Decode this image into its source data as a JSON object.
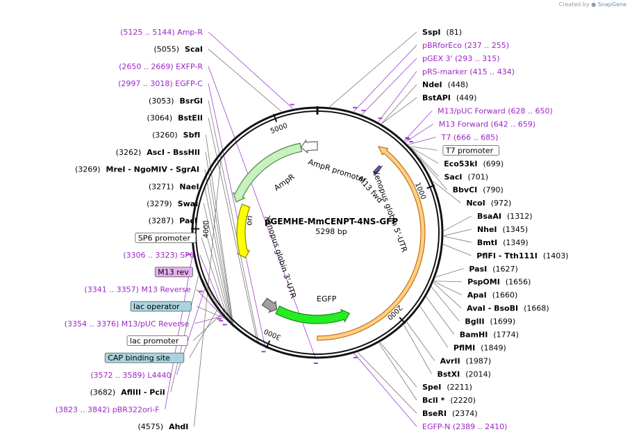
{
  "credit": {
    "prefix": "Created by",
    "brand": "SnapGene"
  },
  "plasmid": {
    "name": "pGEMHE-MmCENPT-4NS-GFP",
    "length_label": "5298 bp",
    "length": 5298
  },
  "ticks": [
    {
      "pos": 1000,
      "label": "1000"
    },
    {
      "pos": 2000,
      "label": "2000"
    },
    {
      "pos": 3000,
      "label": "3000"
    },
    {
      "pos": 4000,
      "label": "4000"
    },
    {
      "pos": 5000,
      "label": "5000"
    }
  ],
  "features": [
    {
      "name": "AmpR",
      "start": 4279,
      "end": 5137,
      "dir": -1,
      "color": "#c8f0c0",
      "border": "#4a8a3c",
      "ring": 2
    },
    {
      "name": "AmpR promoter",
      "start": 5138,
      "end": 5298,
      "dir": -1,
      "color": "#ffffff",
      "border": "#666666",
      "ring": 2
    },
    {
      "name": "ori",
      "start": 3690,
      "end": 4278,
      "dir": -1,
      "color": "#ffff00",
      "border": "#888800",
      "ring": 3
    },
    {
      "name": "EGFP",
      "start": 2330,
      "end": 3050,
      "dir": -1,
      "color": "#22ee22",
      "border": "#1a8a1a",
      "ring": 2
    },
    {
      "name": "Xenopus globin 5'-UTR",
      "start": 520,
      "end": 2650,
      "dir": -1,
      "color": "#ffd080",
      "border": "#c07020",
      "ring": 0
    },
    {
      "name": "Xenopus globin 3'-UTR",
      "start": 3060,
      "end": 3200,
      "dir": -1,
      "color": "#a0a0a0",
      "border": "#555555",
      "ring": 2
    },
    {
      "name": "M13 fwd",
      "start": 628,
      "end": 660,
      "dir": 1,
      "color": "#6060c0",
      "border": "#333366",
      "ring": 2
    }
  ],
  "feature_labels": {
    "ampr": "AmpR",
    "ampr_promoter": "AmpR promoter",
    "ori": "ori",
    "m13fwd": "M13 fwd",
    "xg5": "Xenopus globin 5'-UTR",
    "xg3": "Xenopus globin 3'-UTR",
    "egfp": "EGFP"
  },
  "labels": [
    {
      "text": "(5125 .. 5144)  Amp-R",
      "type": "primer",
      "pos": 5134,
      "side": "l"
    },
    {
      "text": "ScaI",
      "num": "(5055)",
      "type": "enzyme",
      "pos": 5055,
      "side": "l"
    },
    {
      "text": "SspI",
      "num": "(81)",
      "type": "enzyme",
      "pos": 81,
      "side": "r"
    },
    {
      "text": "pBRforEco   (237 .. 255)",
      "type": "primer",
      "pos": 246,
      "side": "r"
    },
    {
      "text": "pGEX 3'   (293 .. 315)",
      "type": "primer",
      "pos": 304,
      "side": "r"
    },
    {
      "text": "pRS-marker   (415 .. 434)",
      "type": "primer",
      "pos": 424,
      "side": "r"
    },
    {
      "text": "NdeI",
      "num": "(448)",
      "type": "enzyme",
      "pos": 448,
      "side": "r"
    },
    {
      "text": "BstAPI",
      "num": "(449)",
      "type": "enzyme",
      "pos": 449,
      "side": "r"
    },
    {
      "text": "M13/pUC Forward   (628 .. 650)",
      "type": "primer",
      "pos": 639,
      "side": "r"
    },
    {
      "text": "M13 Forward   (642 .. 659)",
      "type": "primer",
      "pos": 650,
      "side": "r"
    },
    {
      "text": "T7   (666 .. 685)",
      "type": "primer",
      "pos": 675,
      "side": "r"
    },
    {
      "text": "T7 promoter",
      "type": "feature-box",
      "pos": 690,
      "side": "r"
    },
    {
      "text": "Eco53kI",
      "num": "(699)",
      "type": "enzyme",
      "pos": 699,
      "side": "r"
    },
    {
      "text": "SacI",
      "num": "(701)",
      "type": "enzyme",
      "pos": 701,
      "side": "r"
    },
    {
      "text": "BbvCI",
      "num": "(790)",
      "type": "enzyme",
      "pos": 790,
      "side": "r"
    },
    {
      "text": "NcoI",
      "num": "(972)",
      "type": "enzyme",
      "pos": 972,
      "side": "r"
    },
    {
      "text": "BsaAI",
      "num": "(1312)",
      "type": "enzyme",
      "pos": 1312,
      "side": "r"
    },
    {
      "text": "NheI",
      "num": "(1345)",
      "type": "enzyme",
      "pos": 1345,
      "side": "r"
    },
    {
      "text": "BmtI",
      "num": "(1349)",
      "type": "enzyme",
      "pos": 1349,
      "side": "r"
    },
    {
      "text": "PflFI - Tth111I",
      "num": "(1403)",
      "type": "enzyme",
      "pos": 1403,
      "side": "r"
    },
    {
      "text": "PasI",
      "num": "(1627)",
      "type": "enzyme",
      "pos": 1627,
      "side": "r"
    },
    {
      "text": "PspOMI",
      "num": "(1656)",
      "type": "enzyme",
      "pos": 1656,
      "side": "r"
    },
    {
      "text": "ApaI",
      "num": "(1660)",
      "type": "enzyme",
      "pos": 1660,
      "side": "r"
    },
    {
      "text": "AvaI - BsoBI",
      "num": "(1668)",
      "type": "enzyme",
      "pos": 1668,
      "side": "r"
    },
    {
      "text": "BglII",
      "num": "(1699)",
      "type": "enzyme",
      "pos": 1699,
      "side": "r"
    },
    {
      "text": "BamHI",
      "num": "(1774)",
      "type": "enzyme",
      "pos": 1774,
      "side": "r"
    },
    {
      "text": "PflMI",
      "num": "(1849)",
      "type": "enzyme",
      "pos": 1849,
      "side": "r"
    },
    {
      "text": "AvrII",
      "num": "(1987)",
      "type": "enzyme",
      "pos": 1987,
      "side": "r"
    },
    {
      "text": "BstXI",
      "num": "(2014)",
      "type": "enzyme",
      "pos": 2014,
      "side": "r"
    },
    {
      "text": "SpeI",
      "num": "(2211)",
      "type": "enzyme",
      "pos": 2211,
      "side": "r"
    },
    {
      "text": "BclI *",
      "num": "(2220)",
      "type": "enzyme",
      "pos": 2220,
      "side": "r"
    },
    {
      "text": "BseRI",
      "num": "(2374)",
      "type": "enzyme",
      "pos": 2374,
      "side": "r"
    },
    {
      "text": "EGFP-N   (2389 .. 2410)",
      "type": "primer",
      "pos": 2399,
      "side": "r"
    },
    {
      "text": "(2650 .. 2669)  EXFP-R",
      "type": "primer",
      "pos": 2659,
      "side": "l"
    },
    {
      "text": "(2997 .. 3018)  EGFP-C",
      "type": "primer",
      "pos": 3007,
      "side": "l"
    },
    {
      "text": "BsrGI",
      "num": "(3053)",
      "type": "enzyme",
      "pos": 3053,
      "side": "l"
    },
    {
      "text": "BstEII",
      "num": "(3064)",
      "type": "enzyme",
      "pos": 3064,
      "side": "l"
    },
    {
      "text": "SbfI",
      "num": "(3260)",
      "type": "enzyme",
      "pos": 3260,
      "side": "l"
    },
    {
      "text": "AscI - BssHII",
      "num": "(3262)",
      "type": "enzyme",
      "pos": 3262,
      "side": "l"
    },
    {
      "text": "MreI - NgoMIV - SgrAI",
      "num": "(3269)",
      "type": "enzyme",
      "pos": 3269,
      "side": "l"
    },
    {
      "text": "NaeI",
      "num": "(3271)",
      "type": "enzyme",
      "pos": 3271,
      "side": "l"
    },
    {
      "text": "SwaI",
      "num": "(3279)",
      "type": "enzyme",
      "pos": 3279,
      "side": "l"
    },
    {
      "text": "PacI",
      "num": "(3287)",
      "type": "enzyme",
      "pos": 3287,
      "side": "l"
    },
    {
      "text": "SP6 promoter",
      "type": "feature-box",
      "pos": 3300,
      "side": "l"
    },
    {
      "text": "(3306 .. 3323)  SP6",
      "type": "primer",
      "pos": 3314,
      "side": "l"
    },
    {
      "text": "M13 rev",
      "type": "feature-box-pink",
      "pos": 3330,
      "side": "l"
    },
    {
      "text": "(3341 .. 3357)  M13 Reverse",
      "type": "primer",
      "pos": 3349,
      "side": "l"
    },
    {
      "text": "lac operator",
      "type": "feature-box-blue",
      "pos": 3345,
      "side": "l"
    },
    {
      "text": "(3354 .. 3376)  M13/pUC Reverse",
      "type": "primer",
      "pos": 3365,
      "side": "l"
    },
    {
      "text": "lac promoter",
      "type": "feature-box",
      "pos": 3380,
      "side": "l"
    },
    {
      "text": "CAP binding site",
      "type": "feature-box-blue",
      "pos": 3420,
      "side": "l"
    },
    {
      "text": "(3572 .. 3589)  L4440",
      "type": "primer",
      "pos": 3580,
      "side": "l"
    },
    {
      "text": "AflIII - PciI",
      "num": "(3682)",
      "type": "enzyme",
      "pos": 3682,
      "side": "l"
    },
    {
      "text": "(3823 .. 3842)  pBR322ori-F",
      "type": "primer",
      "pos": 3832,
      "side": "l"
    },
    {
      "text": "AhdI",
      "num": "(4575)",
      "type": "enzyme",
      "pos": 4575,
      "side": "l"
    }
  ]
}
